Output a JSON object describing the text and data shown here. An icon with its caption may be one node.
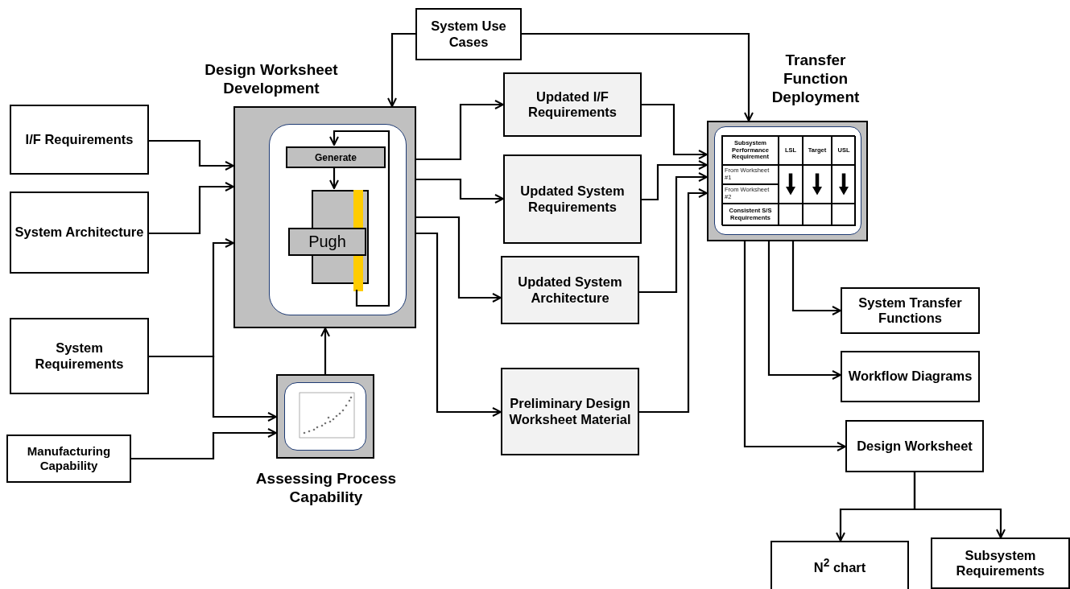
{
  "diagram": {
    "nodes": [
      {
        "text": [
          "Design Worksheet Development"
        ]
      },
      {
        "text": [
          "Generate"
        ],
        "in": 0
      },
      {
        "text": [],
        "shape": "box",
        "in": 0
      },
      {
        "text": [
          "Pugh"
        ],
        "in": 0
      },
      {
        "text": [],
        "shape": "bar",
        "in": 0
      },
      {
        "text": [
          "I/F Requirements"
        ]
      },
      {
        "text": [
          "System Architecture"
        ]
      },
      {
        "text": [
          "System Requirements"
        ]
      },
      {
        "text": [
          "Manufacturing Capability"
        ]
      },
      {
        "text": [
          "Assessing Process Capability"
        ]
      },
      {
        "text": [
          "System Use Cases"
        ]
      },
      {
        "text": [
          "Updated I/F Requirements"
        ]
      },
      {
        "text": [
          "Updated System Requirements"
        ]
      },
      {
        "text": [
          "Updated System Architecture"
        ]
      },
      {
        "text": [
          "Preliminary Design Worksheet Material"
        ]
      },
      {
        "text": [
          "Transfer Function Deployment"
        ]
      },
      {
        "text": [
          "System Transfer Functions"
        ]
      },
      {
        "text": [
          "Workflow Diagrams"
        ]
      },
      {
        "text": [
          "Design Worksheet"
        ]
      },
      {
        "text": [
          "N$^{2}$ chart"
        ]
      },
      {
        "text": [
          "Subsystem Requirements"
        ]
      }
    ],
    "edges": [
      {
        "from": 5,
        "to": 0,
        "arrow": "to"
      },
      {
        "from": 6,
        "to": 0,
        "arrow": "to"
      },
      {
        "from": 7,
        "to": 0,
        "arrow": "to"
      },
      {
        "from": 7,
        "to": 9,
        "arrow": "to"
      },
      {
        "from": 8,
        "to": 9,
        "arrow": "to"
      },
      {
        "from": 9,
        "to": 0,
        "arrow": "to"
      },
      {
        "from": 10,
        "to": 0,
        "arrow": "to"
      },
      {
        "from": 10,
        "to": 15,
        "arrow": "to"
      },
      {
        "from": 0,
        "to": 11,
        "arrow": "to"
      },
      {
        "from": 0,
        "to": 12,
        "arrow": "to"
      },
      {
        "from": 0,
        "to": 13,
        "arrow": "to"
      },
      {
        "from": 0,
        "to": 14,
        "arrow": "to"
      },
      {
        "from": 11,
        "to": 15,
        "arrow": "to"
      },
      {
        "from": 12,
        "to": 15,
        "arrow": "to"
      },
      {
        "from": 13,
        "to": 15,
        "arrow": "to"
      },
      {
        "from": 14,
        "to": 15,
        "arrow": "to"
      },
      {
        "from": 15,
        "to": 16,
        "arrow": "to"
      },
      {
        "from": 15,
        "to": 17,
        "arrow": "to"
      },
      {
        "from": 15,
        "to": 18,
        "arrow": "to"
      },
      {
        "from": 18,
        "to": 19,
        "arrow": "to"
      },
      {
        "from": 18,
        "to": 20,
        "arrow": "to"
      },
      {
        "from": 1,
        "to": 2,
        "arrow": "to"
      },
      {
        "from": 4,
        "to": 1,
        "arrow": "to"
      }
    ],
    "labels": [
      "Subsystem Performance Requirement",
      "LSL",
      "Target",
      "USL",
      "From Worksheet #1",
      "From Worksheet #2",
      "Consistent S/S Requirements"
    ]
  }
}
